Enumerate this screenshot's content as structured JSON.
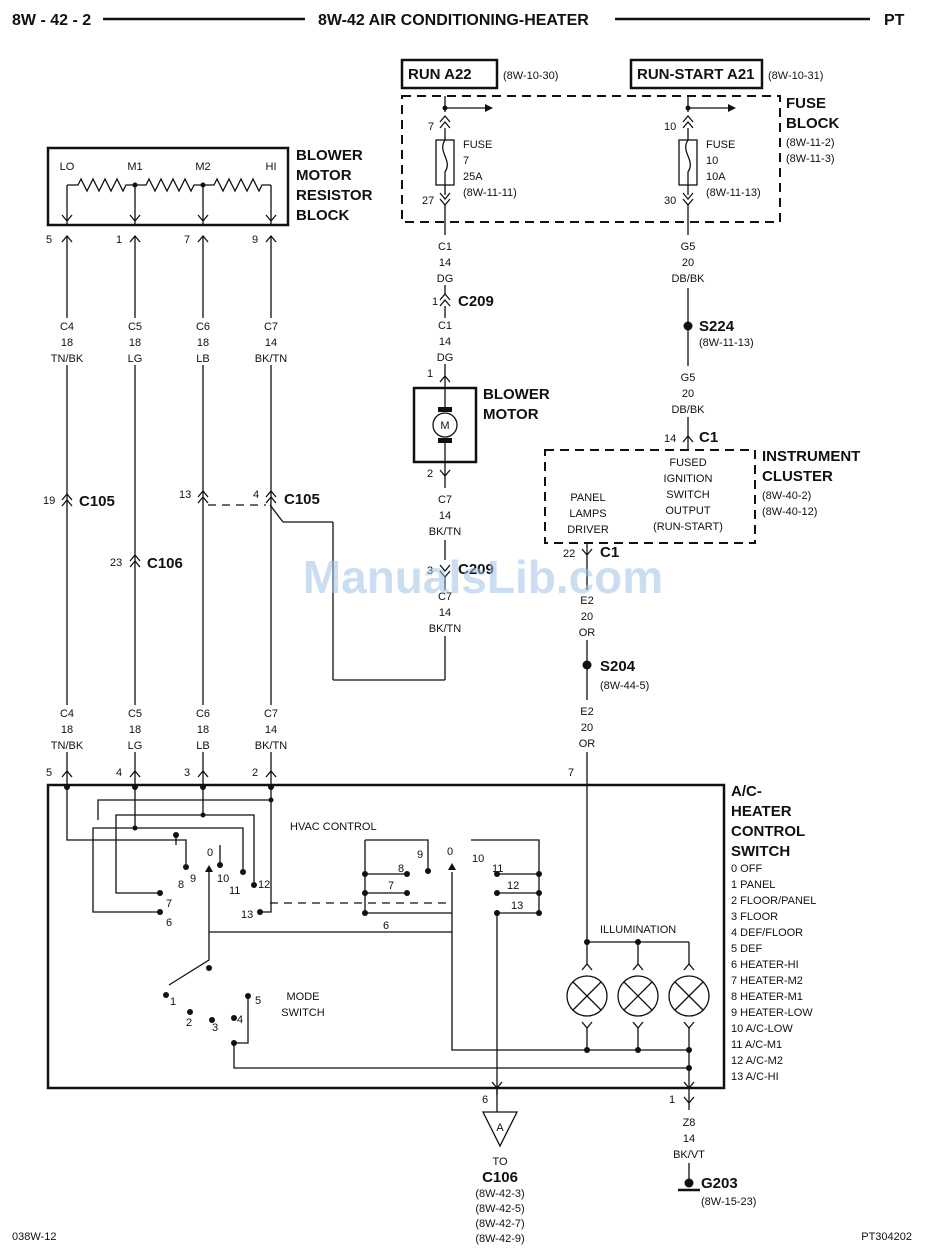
{
  "header": {
    "left": "8W - 42 - 2",
    "title": "8W-42 AIR CONDITIONING-HEATER",
    "right": "PT"
  },
  "sources": {
    "run": {
      "label": "RUN A22",
      "ref": "(8W-10-30)"
    },
    "runstart": {
      "label": "RUN-START A21",
      "ref": "(8W-10-31)"
    }
  },
  "fuse_block": {
    "title1": "FUSE",
    "title2": "BLOCK",
    "ref1": "(8W-11-2)",
    "ref2": "(8W-11-3)",
    "fuse7": {
      "pin_in": "7",
      "pin_out": "27",
      "l1": "FUSE",
      "l2": "7",
      "l3": "25A",
      "ref": "(8W-11-11)"
    },
    "fuse10": {
      "pin_in": "10",
      "pin_out": "30",
      "l1": "FUSE",
      "l2": "10",
      "l3": "10A",
      "ref": "(8W-11-13)"
    }
  },
  "resistor": {
    "t1": "BLOWER",
    "t2": "MOTOR",
    "t3": "RESISTOR",
    "t4": "BLOCK",
    "lo": "LO",
    "m1": "M1",
    "m2": "M2",
    "hi": "HI",
    "p5": "5",
    "p1": "1",
    "p7": "7",
    "p9": "9"
  },
  "wires": {
    "c4": {
      "id": "C4",
      "g": "18",
      "c": "TN/BK"
    },
    "c5": {
      "id": "C5",
      "g": "18",
      "c": "LG"
    },
    "c6": {
      "id": "C6",
      "g": "18",
      "c": "LB"
    },
    "c7": {
      "id": "C7",
      "g": "14",
      "c": "BK/TN"
    },
    "c1": {
      "id": "C1",
      "g": "14",
      "c": "DG"
    },
    "g5": {
      "id": "G5",
      "g": "20",
      "c": "DB/BK"
    },
    "e2": {
      "id": "E2",
      "g": "20",
      "c": "OR"
    },
    "z8": {
      "id": "Z8",
      "g": "14",
      "c": "BK/VT"
    }
  },
  "connectors": {
    "c105": "C105",
    "c106": "C106",
    "c209": "C209",
    "c1": "C1",
    "p19": "19",
    "p23": "23",
    "p13": "13",
    "p4": "4",
    "p1": "1",
    "p3": "3",
    "p14": "14",
    "p22": "22",
    "p6": "6"
  },
  "splices": {
    "s224": {
      "id": "S224",
      "ref": "(8W-11-13)"
    },
    "s204": {
      "id": "S204",
      "ref": "(8W-44-5)"
    }
  },
  "motor": {
    "t1": "BLOWER",
    "t2": "MOTOR",
    "m": "M",
    "p1": "1",
    "p2": "2"
  },
  "cluster": {
    "t1": "INSTRUMENT",
    "t2": "CLUSTER",
    "ref1": "(8W-40-2)",
    "ref2": "(8W-40-12)",
    "f1": "FUSED",
    "f2": "IGNITION",
    "f3": "SWITCH",
    "f4": "OUTPUT",
    "f5": "(RUN-START)",
    "p1": "PANEL",
    "p2": "LAMPS",
    "p3": "DRIVER"
  },
  "switch": {
    "t1": "A/C-",
    "t2": "HEATER",
    "t3": "CONTROL",
    "t4": "SWITCH",
    "hvac": "HVAC CONTROL",
    "mode1": "MODE",
    "mode2": "SWITCH",
    "illum": "ILLUMINATION",
    "pin5": "5",
    "pin4": "4",
    "pin3": "3",
    "pin2": "2",
    "pin7": "7",
    "pin6": "6",
    "pin1": "1",
    "legend": [
      "0  OFF",
      "1  PANEL",
      "2  FLOOR/PANEL",
      "3  FLOOR",
      "4  DEF/FLOOR",
      "5  DEF",
      "6  HEATER-HI",
      "7  HEATER-M2",
      "8  HEATER-M1",
      "9  HEATER-LOW",
      "10 A/C-LOW",
      "11 A/C-M1",
      "12 A/C-M2",
      "13 A/C-HI"
    ],
    "left_pos": [
      "0",
      "8",
      "9",
      "10",
      "11",
      "12",
      "7",
      "6",
      "13"
    ],
    "mid_pos": [
      "9",
      "8",
      "7",
      "6"
    ],
    "right_pos": [
      "0",
      "10",
      "11",
      "12",
      "13"
    ],
    "mode_pos": [
      "1",
      "2",
      "3",
      "4",
      "5"
    ]
  },
  "ground_ref": {
    "to": "TO",
    "conn": "C106",
    "r1": "(8W-42-3)",
    "r2": "(8W-42-5)",
    "r3": "(8W-42-7)",
    "r4": "(8W-42-9)",
    "tri": "A"
  },
  "ground": {
    "id": "G203",
    "ref": "(8W-15-23)"
  },
  "footer": {
    "left": "038W-12",
    "right": "PT304202"
  },
  "watermark": "ManualsLib.com"
}
